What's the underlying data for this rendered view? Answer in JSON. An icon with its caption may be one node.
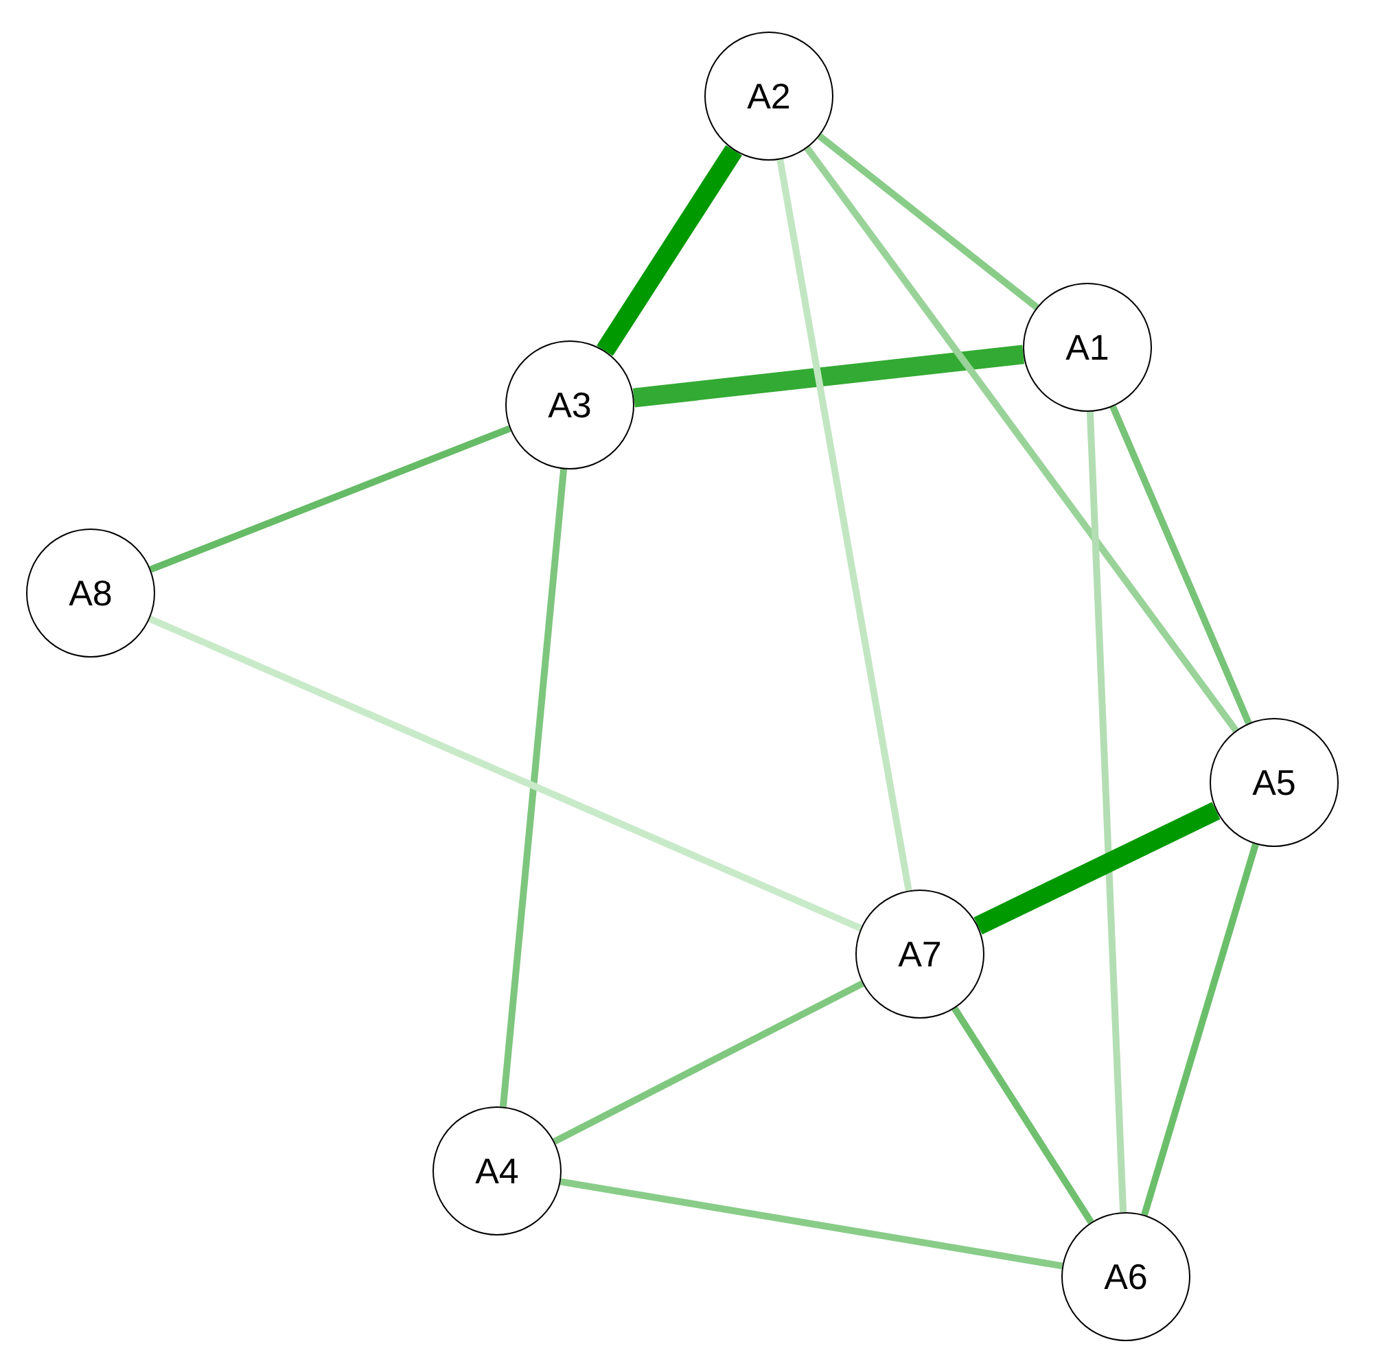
{
  "diagram": {
    "nodes": [
      {
        "text": [
          "A2"
        ]
      },
      {
        "text": [
          "A1"
        ]
      },
      {
        "text": [
          "A3"
        ]
      },
      {
        "text": [
          "A8"
        ]
      },
      {
        "text": [
          "A5"
        ]
      },
      {
        "text": [
          "A7"
        ]
      },
      {
        "text": [
          "A4"
        ]
      },
      {
        "text": [
          "A6"
        ]
      }
    ],
    "edges": [
      {
        "from": 0,
        "to": 2,
        "arrow": "none",
        "style": "thick",
        "color": "#009900"
      },
      {
        "from": 2,
        "to": 1,
        "arrow": "none",
        "style": "thick",
        "color": "#33aa33"
      },
      {
        "from": 0,
        "to": 1,
        "arrow": "none",
        "color": "#88cc88"
      },
      {
        "from": 0,
        "to": 4,
        "arrow": "none",
        "color": "#99d399"
      },
      {
        "from": 0,
        "to": 5,
        "arrow": "none",
        "color": "#c2e6c2"
      },
      {
        "from": 2,
        "to": 3,
        "arrow": "none",
        "color": "#66bb66"
      },
      {
        "from": 2,
        "to": 6,
        "arrow": "none",
        "color": "#7ec67e"
      },
      {
        "from": 3,
        "to": 5,
        "arrow": "none",
        "color": "#c8eac8"
      },
      {
        "from": 1,
        "to": 4,
        "arrow": "none",
        "color": "#77c377"
      },
      {
        "from": 1,
        "to": 7,
        "arrow": "none",
        "color": "#b3deb3"
      },
      {
        "from": 4,
        "to": 5,
        "arrow": "none",
        "style": "thick",
        "color": "#009900"
      },
      {
        "from": 4,
        "to": 7,
        "arrow": "none",
        "color": "#6bbf6b"
      },
      {
        "from": 5,
        "to": 6,
        "arrow": "none",
        "color": "#80c880"
      },
      {
        "from": 5,
        "to": 7,
        "arrow": "none",
        "color": "#70c070"
      },
      {
        "from": 6,
        "to": 7,
        "arrow": "none",
        "color": "#88cc88"
      }
    ]
  }
}
